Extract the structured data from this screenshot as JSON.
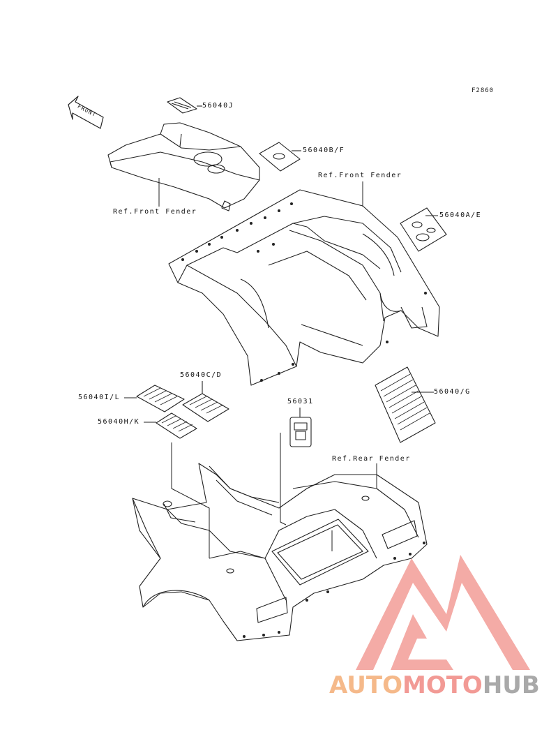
{
  "figure_code": "F2860",
  "front_arrow_text": "FRONT",
  "labels": {
    "p56040J": "56040J",
    "p56040BF": "56040B/F",
    "ref_front_fender_left": "Ref.Front Fender",
    "ref_front_fender_right": "Ref.Front Fender",
    "p56040AE": "56040A/E",
    "p56040CD": "56040C/D",
    "p56040IL": "56040I/L",
    "p56040HK": "56040H/K",
    "p56031": "56031",
    "p56040G": "56040/G",
    "ref_rear_fender": "Ref.Rear Fender"
  },
  "watermark": {
    "part1": "AUTO",
    "part2": "MOTO",
    "part3": "HUB",
    "colors": {
      "auto": "#f5b98a",
      "moto": "#f29a95",
      "hub": "#a9a9a9",
      "logo": "#f4a7a2"
    }
  }
}
